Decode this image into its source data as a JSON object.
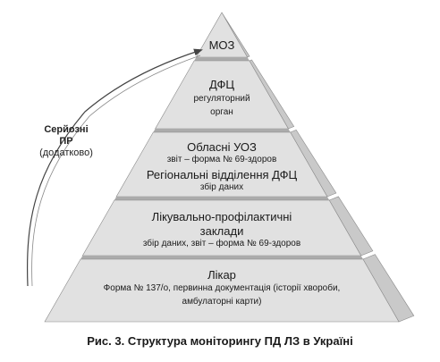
{
  "colors": {
    "front": "#e1e1e1",
    "side": "#c9c9c9",
    "gap": "#ababab",
    "edge": "#8a8a8a",
    "text": "#1a1a1a",
    "arrow": "#444444"
  },
  "levels": [
    {
      "lines": [
        "МОЗ"
      ]
    },
    {
      "lines": [
        "ДФЦ",
        "регуляторний",
        "орган"
      ]
    },
    {
      "lines": [
        "Обласні УОЗ",
        "звіт – форма № 69-здоров",
        "Регіональні відділення ДФЦ",
        "збір даних"
      ]
    },
    {
      "lines": [
        "Лікувально-профілактичні",
        "заклади",
        "збір даних, звіт – форма  № 69-здоров"
      ]
    },
    {
      "lines": [
        "Лікар",
        "Форма № 137/о, первинна документація (історії хвороби,",
        "амбулаторні карти)"
      ]
    }
  ],
  "side_note": {
    "line1": "Серйозні",
    "line2": "ПР",
    "line3": "(додатково)"
  },
  "caption": "Рис. 3. Структура моніторингу ПД ЛЗ в Україні"
}
